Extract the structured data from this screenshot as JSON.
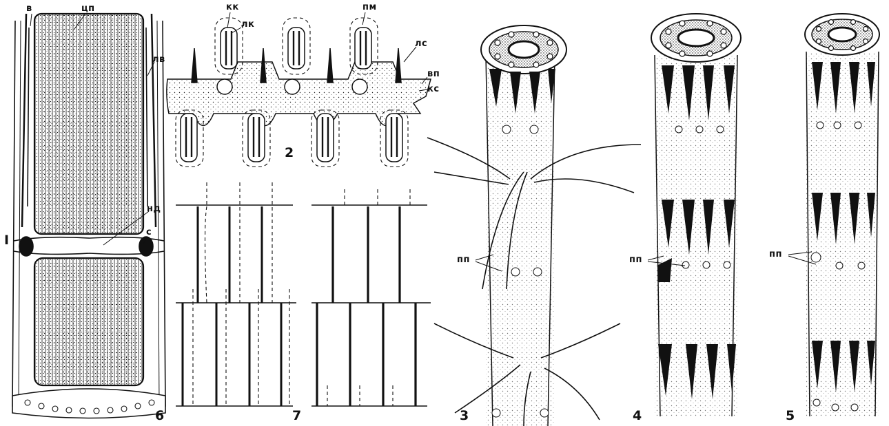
{
  "figure": {
    "panel_numbers": [
      "I",
      "2",
      "3",
      "4",
      "5",
      "6",
      "7"
    ],
    "labels": {
      "v": "в",
      "tsp": "цп",
      "lv": "лв",
      "nd": "нд",
      "s": "с",
      "kk": "кк",
      "lk": "лк",
      "pm": "пм",
      "ls": "лс",
      "vp": "вп",
      "ks": "кс",
      "pp": "пп"
    }
  }
}
